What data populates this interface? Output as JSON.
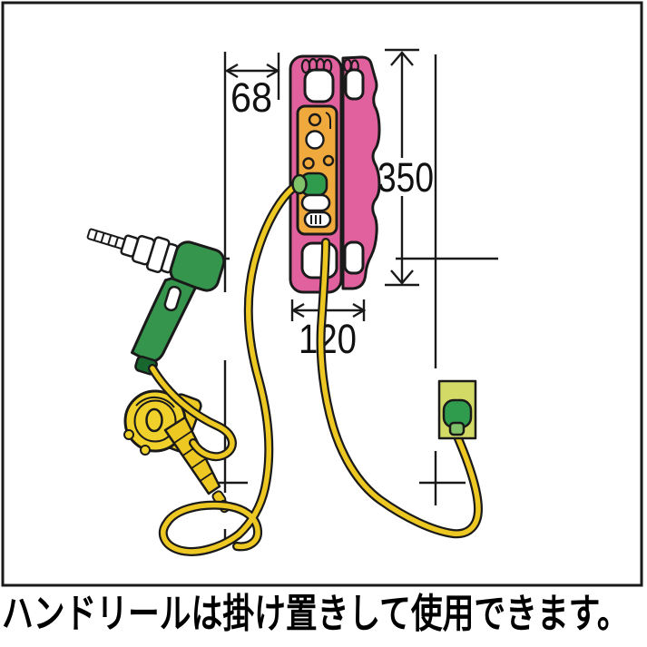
{
  "figure": {
    "caption": "ハンドリールは掛け置きして使用できます。",
    "dimensions": {
      "top_offset": "68",
      "height": "350",
      "width": "120"
    },
    "colors": {
      "reel_pink": "#E0619E",
      "panel_orange": "#F0A93C",
      "cord_yellow": "#EDC722",
      "plug_green": "#2F9B4C",
      "outlet_plate": "#D3DB66",
      "line_black": "#1A1A1A"
    },
    "components": {
      "hand_reel": "hand-reel",
      "drill": "electric-drill",
      "wall_outlet": "wall-outlet",
      "plug_holder": "hanging-plug-holder",
      "power_cord": "power-cord"
    }
  }
}
